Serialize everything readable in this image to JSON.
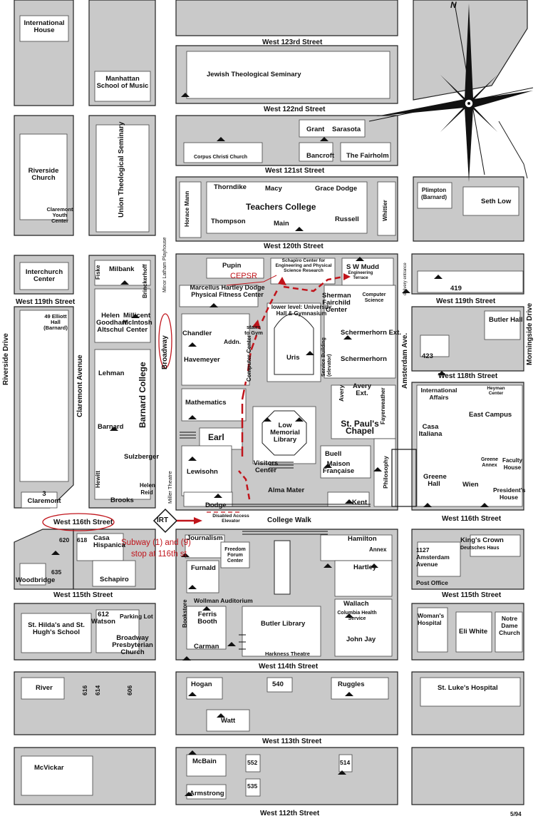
{
  "streets": {
    "w123": "West 123rd Street",
    "w122": "West 122nd Street",
    "w121": "West 121st Street",
    "w120": "West 120th Street",
    "w119_left": "West 119th Street",
    "w119_right": "West 119th Street",
    "w118": "West 118th Street",
    "w116_left": "West 116th Street",
    "w116_right": "West 116th Street",
    "college_walk": "College Walk",
    "w115_left": "West 115th Street",
    "w115_right": "West 115th Street",
    "w114": "West 114th Street",
    "w113": "West 113th Street",
    "w112": "West 112th Street",
    "riverside": "Riverside Drive",
    "claremont": "Claremont Avenue",
    "broadway": "Broadway",
    "amsterdam": "Amsterdam Ave.",
    "morningside": "Morningside Drive"
  },
  "buildings": {
    "intl_house": "International House",
    "manhattan_school": "Manhattan School of Music",
    "jts": "Jewish Theological Seminary",
    "grant": "Grant",
    "sarasota": "Sarasota",
    "corpus_christi": "Corpus Christi Church",
    "bancroft": "Bancroft",
    "fairholm": "The Fairholm",
    "riverside_church": "Riverside Church",
    "uts": "Union Theological Seminary",
    "claremont_youth": "Claremont Youth Center",
    "horace_mann": "Horace Mann",
    "thorndike": "Thorndike",
    "macy": "Macy",
    "grace_dodge": "Grace Dodge",
    "teachers_college": "Teachers College",
    "whittier": "Whittier",
    "thompson": "Thompson",
    "main": "Main",
    "russell": "Russell",
    "plimpton": "Plimpton (Barnard)",
    "seth_low": "Seth Low",
    "interchurch": "Interchurch Center",
    "milbank": "Milbank",
    "fiske": "Fiske",
    "brinckerhoff": "Brinckerhoff",
    "miller_latham": "Minor Latham Playhouse",
    "elliott": "49 Elliott Hall (Barnard)",
    "helen_goodhart": "Helen Goodhart Altschul",
    "millicent": "Millicent McIntosh Center",
    "lehman": "Lehman",
    "barnard_college": "Barnard College",
    "barnard": "Barnard",
    "sulzberger": "Sulzberger",
    "hewitt": "Hewitt",
    "helen_reid": "Helen Reid",
    "brooks": "Brooks",
    "claremont3": "3 Claremont",
    "miller_theatre": "Miller Theatre",
    "pupin": "Pupin",
    "schapiro_center": "Schapiro Center for Engineering and Physical Science Research",
    "cepsr": "CEPSR",
    "mudd": "S W Mudd",
    "mudd_sub": "Engineering Terrace",
    "dodge_fitness": "Marcellus Hartley Dodge Physical Fitness Center",
    "sherman_fairchild": "Sherman Fairchild Center",
    "computer_science": "Computer Science",
    "delivery": "delivery entrance",
    "bldg419": "419",
    "lower_level": "lower level: University Hall & Gymnasium",
    "stairs": "stairs to Gym",
    "chandler": "Chandler",
    "addn": "Addn.",
    "havemeyer": "Havemeyer",
    "computer_center": "Computer Center",
    "uris": "Uris",
    "service_building": "Service Building (elevator)",
    "schermerhorn_ext": "Schermerhorn Ext.",
    "schermerhorn": "Schermerhorn",
    "butler_hall": "Butler Hall",
    "bldg423": "423",
    "mathematics": "Mathematics",
    "avery": "Avery",
    "avery_ext": "Avery Ext.",
    "fayerweather": "Fayerweather",
    "intl_affairs": "International Affairs",
    "heyman": "Heyman Center",
    "east_campus": "East Campus",
    "low_library": "Low Memorial Library",
    "earl": "Earl",
    "st_pauls": "St. Paul's Chapel",
    "casa_italiana": "Casa Italiana",
    "greene_annex": "Greene Annex",
    "faculty_house": "Faculty House",
    "lewisohn": "Lewisohn",
    "visitors_center": "Visitors Center",
    "buell": "Buell",
    "maison": "Maison Française",
    "philosophy": "Philosophy",
    "greene_hall": "Greene Hall",
    "wien": "Wien",
    "presidents_house": "President's House",
    "alma_mater": "Alma Mater",
    "dodge": "Dodge",
    "kent": "Kent",
    "disabled_access": "Disabled Access Elevator",
    "irt": "IRT",
    "subway_note_1": "Subway (1) and (9)",
    "subway_note_2": "stop at 116th st",
    "journalism": "Journalism",
    "freedom_forum": "Freedom Forum Center",
    "hamilton": "Hamilton",
    "annex": "Annex",
    "kings_crown": "King's Crown",
    "deutsches_haus": "Deutsches Haus",
    "furnald": "Furnald",
    "hartley": "Hartley",
    "amsterdam1127": "1127 Amsterdam Avenue",
    "post_office": "Post Office",
    "bldg620": "620",
    "bldg618": "618",
    "casa_hispanica": "Casa Hispanica",
    "bldg635": "635",
    "woodbridge": "Woodbridge",
    "schapiro": "Schapiro",
    "wallach": "Wallach",
    "columbia_health": "Columbia Health Service",
    "wollman": "Wollman Auditorium",
    "st_hildas": "St. Hilda's and St. Hugh's School",
    "bldg612": "612 Watson",
    "parking": "Parking Lot",
    "broadway_pres": "Broadway Presbyterian Church",
    "bookstore": "Bookstore",
    "ferris_booth": "Ferris Booth",
    "butler_library": "Butler Library",
    "john_jay": "John Jay",
    "womans_hospital": "Woman's Hospital",
    "eli_white": "Eli White",
    "notre_dame": "Notre Dame Church",
    "carman": "Carman",
    "harkness": "Harkness Theatre",
    "river": "River",
    "bldg616": "616",
    "bldg614": "614",
    "bldg606": "606",
    "hogan": "Hogan",
    "bldg540": "540",
    "ruggles": "Ruggles",
    "st_lukes": "St. Luke's Hospital",
    "watt": "Watt",
    "mcvickar": "McVickar",
    "mcbain": "McBain",
    "bldg552": "552",
    "bldg514": "514",
    "bldg535": "535",
    "armstrong": "Armstrong",
    "date": "5/94"
  },
  "compass": {
    "north_label": "N"
  },
  "colors": {
    "route": "#c0141b",
    "block": "#c9c9c9"
  }
}
